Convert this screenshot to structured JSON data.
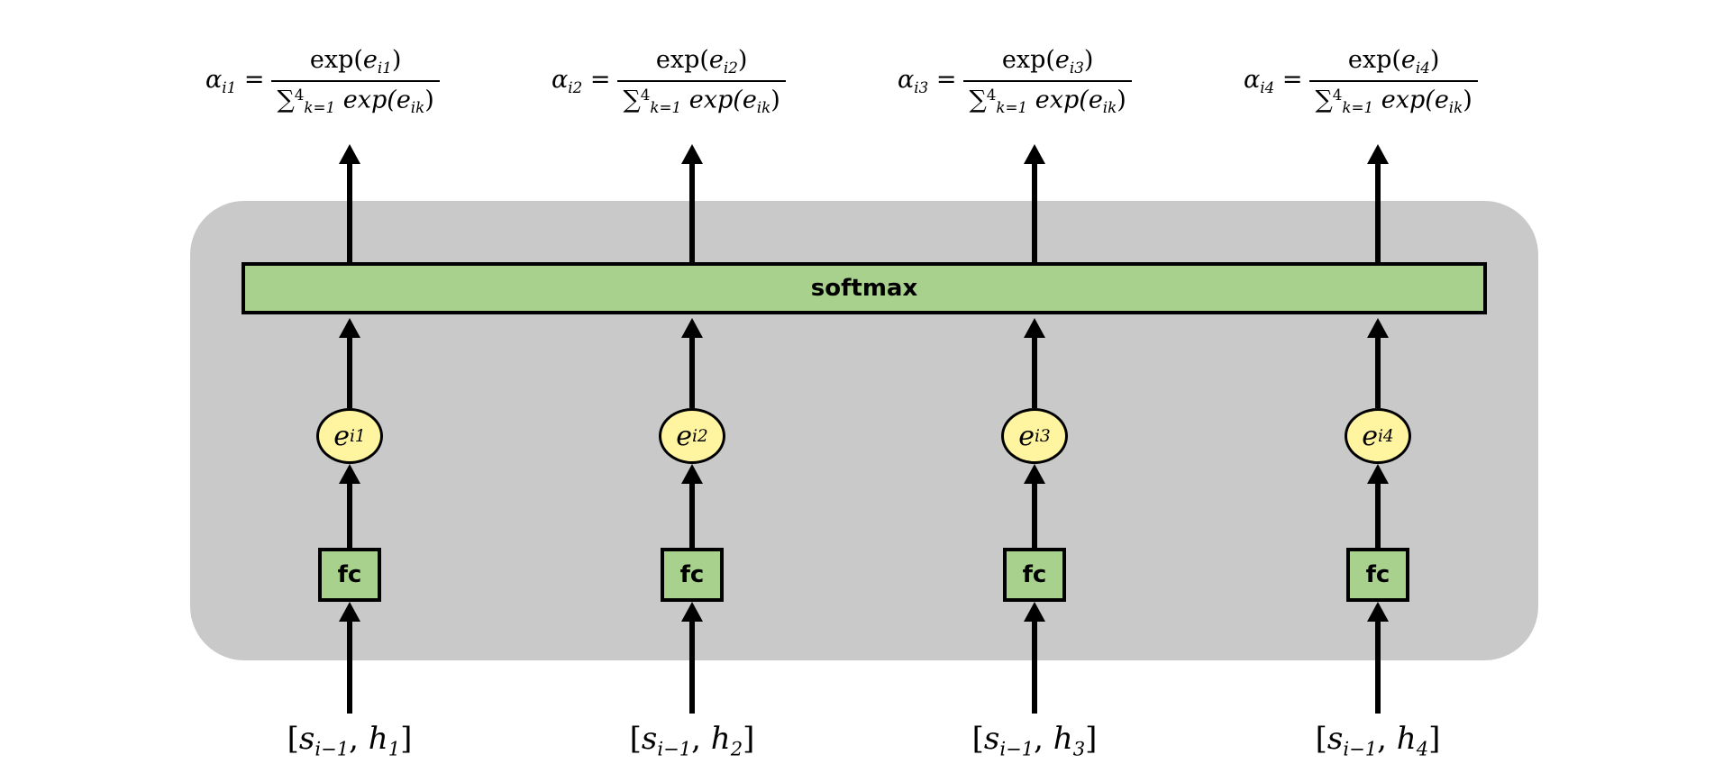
{
  "softmax_label": "softmax",
  "fc_label": "fc",
  "columns": [
    {
      "alpha": "α",
      "alpha_sub": "i1",
      "equals": "=",
      "num": "exp(",
      "num_e": "e",
      "num_sub": "i1",
      "num_close": ")",
      "den_sum": "∑",
      "den_sup": "4",
      "den_low": "k=1",
      "den_exp": " exp(",
      "den_e": "e",
      "den_sub": "ik",
      "den_close": ")",
      "e_label": "e",
      "e_sub": "i1",
      "input_open": "[",
      "input_s": "s",
      "input_s_sub": "i−1",
      "input_comma": ", ",
      "input_h": "h",
      "input_h_sub": "1",
      "input_close": "]"
    },
    {
      "alpha": "α",
      "alpha_sub": "i2",
      "equals": "=",
      "num": "exp(",
      "num_e": "e",
      "num_sub": "i2",
      "num_close": ")",
      "den_sum": "∑",
      "den_sup": "4",
      "den_low": "k=1",
      "den_exp": " exp(",
      "den_e": "e",
      "den_sub": "ik",
      "den_close": ")",
      "e_label": "e",
      "e_sub": "i2",
      "input_open": "[",
      "input_s": "s",
      "input_s_sub": "i−1",
      "input_comma": ", ",
      "input_h": "h",
      "input_h_sub": "2",
      "input_close": "]"
    },
    {
      "alpha": "α",
      "alpha_sub": "i3",
      "equals": "=",
      "num": "exp(",
      "num_e": "e",
      "num_sub": "i3",
      "num_close": ")",
      "den_sum": "∑",
      "den_sup": "4",
      "den_low": "k=1",
      "den_exp": " exp(",
      "den_e": "e",
      "den_sub": "ik",
      "den_close": ")",
      "e_label": "e",
      "e_sub": "i3",
      "input_open": "[",
      "input_s": "s",
      "input_s_sub": "i−1",
      "input_comma": ", ",
      "input_h": "h",
      "input_h_sub": "3",
      "input_close": "]"
    },
    {
      "alpha": "α",
      "alpha_sub": "i4",
      "equals": "=",
      "num": "exp(",
      "num_e": "e",
      "num_sub": "i4",
      "num_close": ")",
      "den_sum": "∑",
      "den_sup": "4",
      "den_low": "k=1",
      "den_exp": " exp(",
      "den_e": "e",
      "den_sub": "ik",
      "den_close": ")",
      "e_label": "e",
      "e_sub": "i4",
      "input_open": "[",
      "input_s": "s",
      "input_s_sub": "i−1",
      "input_comma": ", ",
      "input_h": "h",
      "input_h_sub": "4",
      "input_close": "]"
    }
  ],
  "colors": {
    "container_bg": "#c9c9c9",
    "green_box": "#a9d18e",
    "yellow_node": "#fff5a0",
    "stroke": "#000000"
  }
}
